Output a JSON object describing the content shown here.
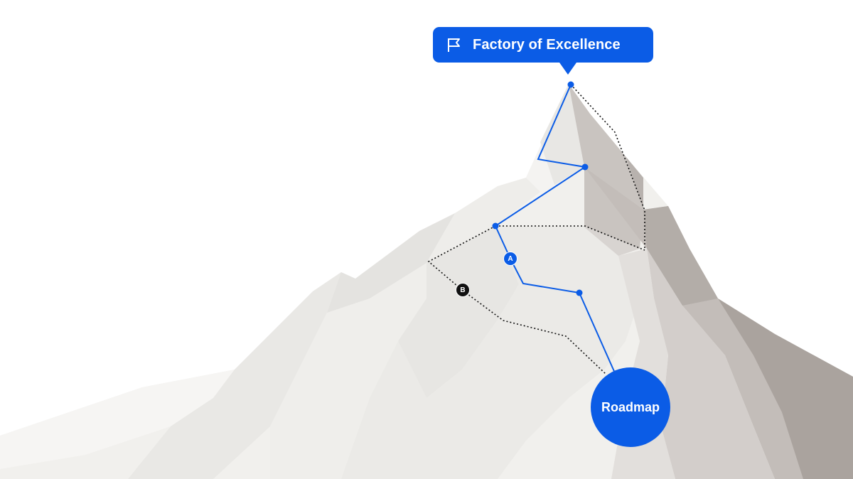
{
  "summit": {
    "label": "Factory of Excellence",
    "icon": "flag-icon"
  },
  "start": {
    "label": "Roadmap"
  },
  "routes": {
    "a_label": "A",
    "b_label": "B"
  },
  "colors": {
    "accent": "#0b5ce6",
    "route_b": "#111111",
    "mountain_light": "#ecebe8",
    "mountain_dark": "#b5afab"
  }
}
